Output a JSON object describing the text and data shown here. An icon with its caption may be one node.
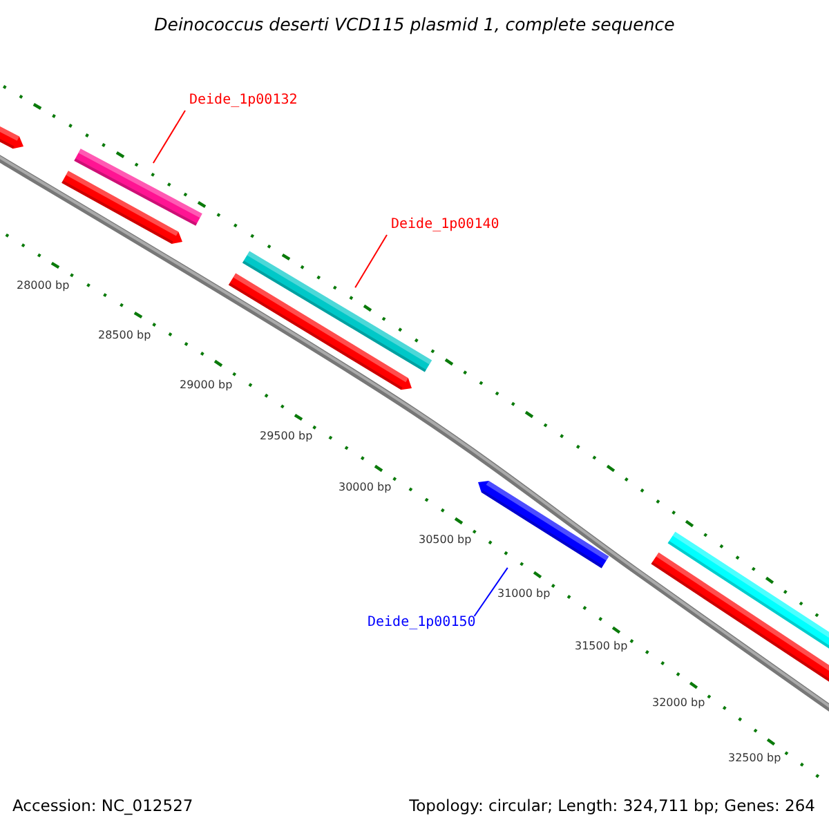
{
  "diagram": {
    "title": "Deinococcus deserti VCD115 plasmid 1, complete sequence",
    "nodes": [
      {
        "text": [],
        "shape": "bar"
      },
      {
        "text": [],
        "shape": "bar"
      },
      {
        "text": [],
        "shape": "bar"
      },
      {
        "text": [],
        "shape": "bar"
      },
      {
        "text": [],
        "shape": "bar"
      },
      {
        "text": [],
        "shape": "bar"
      },
      {
        "text": [],
        "shape": "bar"
      },
      {
        "text": [],
        "shape": "bar"
      },
      {
        "text": [
          "Deide_1p00132"
        ]
      },
      {
        "text": [
          "Deide_1p00140"
        ]
      },
      {
        "text": [
          "Deide_1p00150"
        ]
      }
    ],
    "edges": [
      {
        "from": 8,
        "to": 1,
        "arrow": "none"
      },
      {
        "from": 9,
        "to": 3,
        "arrow": "none"
      },
      {
        "from": 10,
        "to": 5,
        "arrow": "none",
        "color": "#0000ff"
      }
    ],
    "labels": [
      "28000 bp",
      "28500 bp",
      "29000 bp",
      "29500 bp",
      "30000 bp",
      "30500 bp",
      "31000 bp",
      "31500 bp",
      "32000 bp",
      "32500 bp",
      "Accession: NC_012527",
      "Topology: circular; Length: 324,711 bp; Genes: 264"
    ]
  }
}
